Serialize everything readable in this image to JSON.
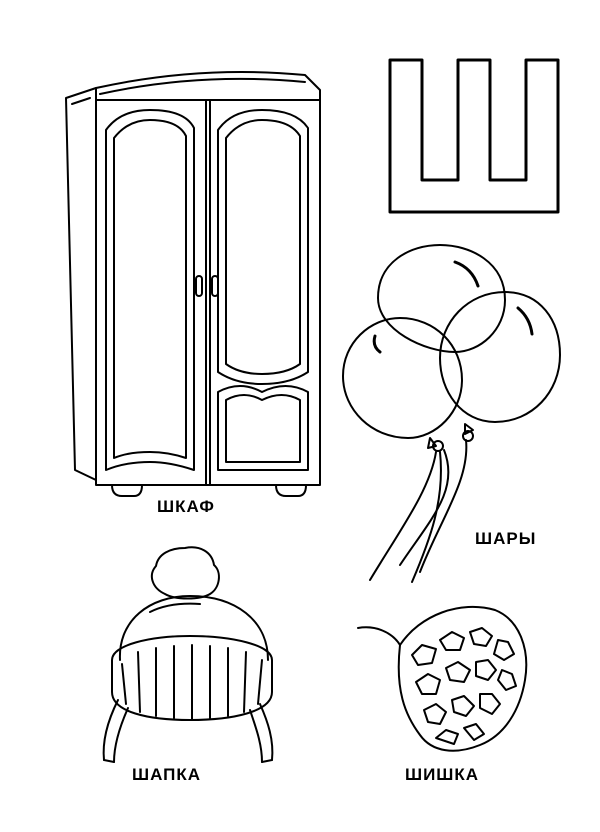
{
  "letter": "Ш",
  "items": {
    "wardrobe": "ШКАФ",
    "balloons": "ШАРЫ",
    "hat": "ШАПКА",
    "cone": "ШИШКА"
  },
  "colors": {
    "ink": "#000000",
    "paper": "#ffffff"
  }
}
